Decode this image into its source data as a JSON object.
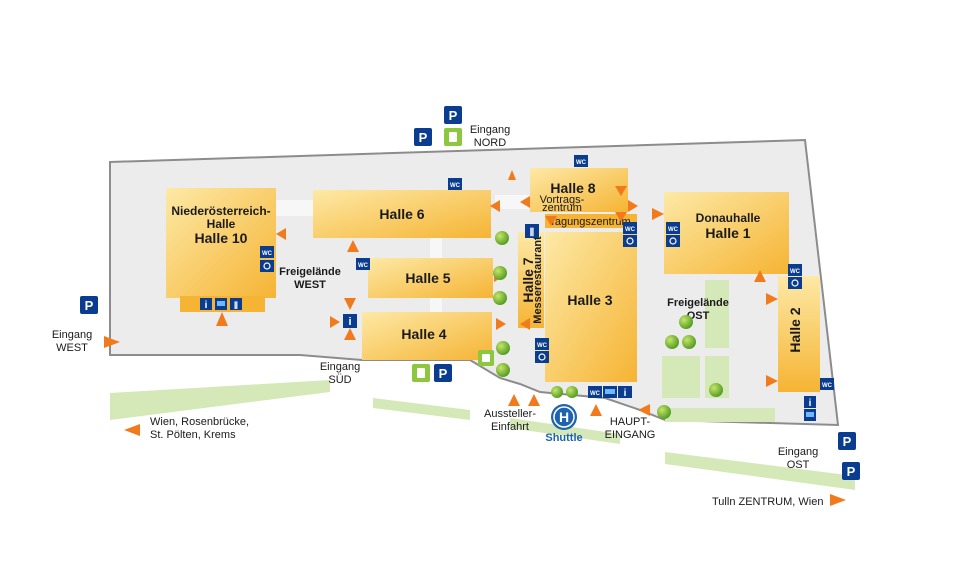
{
  "halls": {
    "halle10_sub": "Niederösterreich-",
    "halle10_sub2": "Halle",
    "halle10": "Halle 10",
    "halle6": "Halle 6",
    "halle5": "Halle 5",
    "halle4": "Halle 4",
    "halle8": "Halle 8",
    "halle7": "Halle 7",
    "halle7_sub": "Messerestaurant",
    "halle3": "Halle 3",
    "donau_sub": "Donauhalle",
    "halle1": "Halle 1",
    "halle2": "Halle 2",
    "vortrags1": "Vortrags-",
    "vortrags2": "zentrum",
    "tagung": "Tagungszentrum"
  },
  "areas": {
    "west_line1": "Freigelände",
    "west_line2": "WEST",
    "ost_line1": "Freigelände",
    "ost_line2": "OST"
  },
  "entrances": {
    "nord_line1": "Eingang",
    "nord_line2": "NORD",
    "west_line1": "Eingang",
    "west_line2": "WEST",
    "sued_line1": "Eingang",
    "sued_line2": "SÜD",
    "aussteller_line1": "Aussteller-",
    "aussteller_line2": "Einfahrt",
    "haupt_line1": "HAUPT-",
    "haupt_line2": "EINGANG",
    "ost_line1": "Eingang",
    "ost_line2": "OST"
  },
  "directions": {
    "west_line1": "Wien, Rosenbrücke,",
    "west_line2": "St. Pölten, Krems",
    "east": "Tulln ZENTRUM, Wien"
  },
  "shuttle": {
    "letter": "H",
    "label": "Shuttle"
  },
  "icons": {
    "parking": "P",
    "wc": "WC",
    "info": "i"
  },
  "colors": {
    "hall_light": "#fde08a",
    "hall_dark": "#f5a623",
    "arrow": "#f07a1c",
    "road": "#d5e9b8",
    "ground": "#ececec",
    "outline": "#8c8c8c",
    "sign_blue": "#0a3d8f",
    "sign_green": "#8dc63f",
    "shuttle_blue": "#1e63b0"
  }
}
